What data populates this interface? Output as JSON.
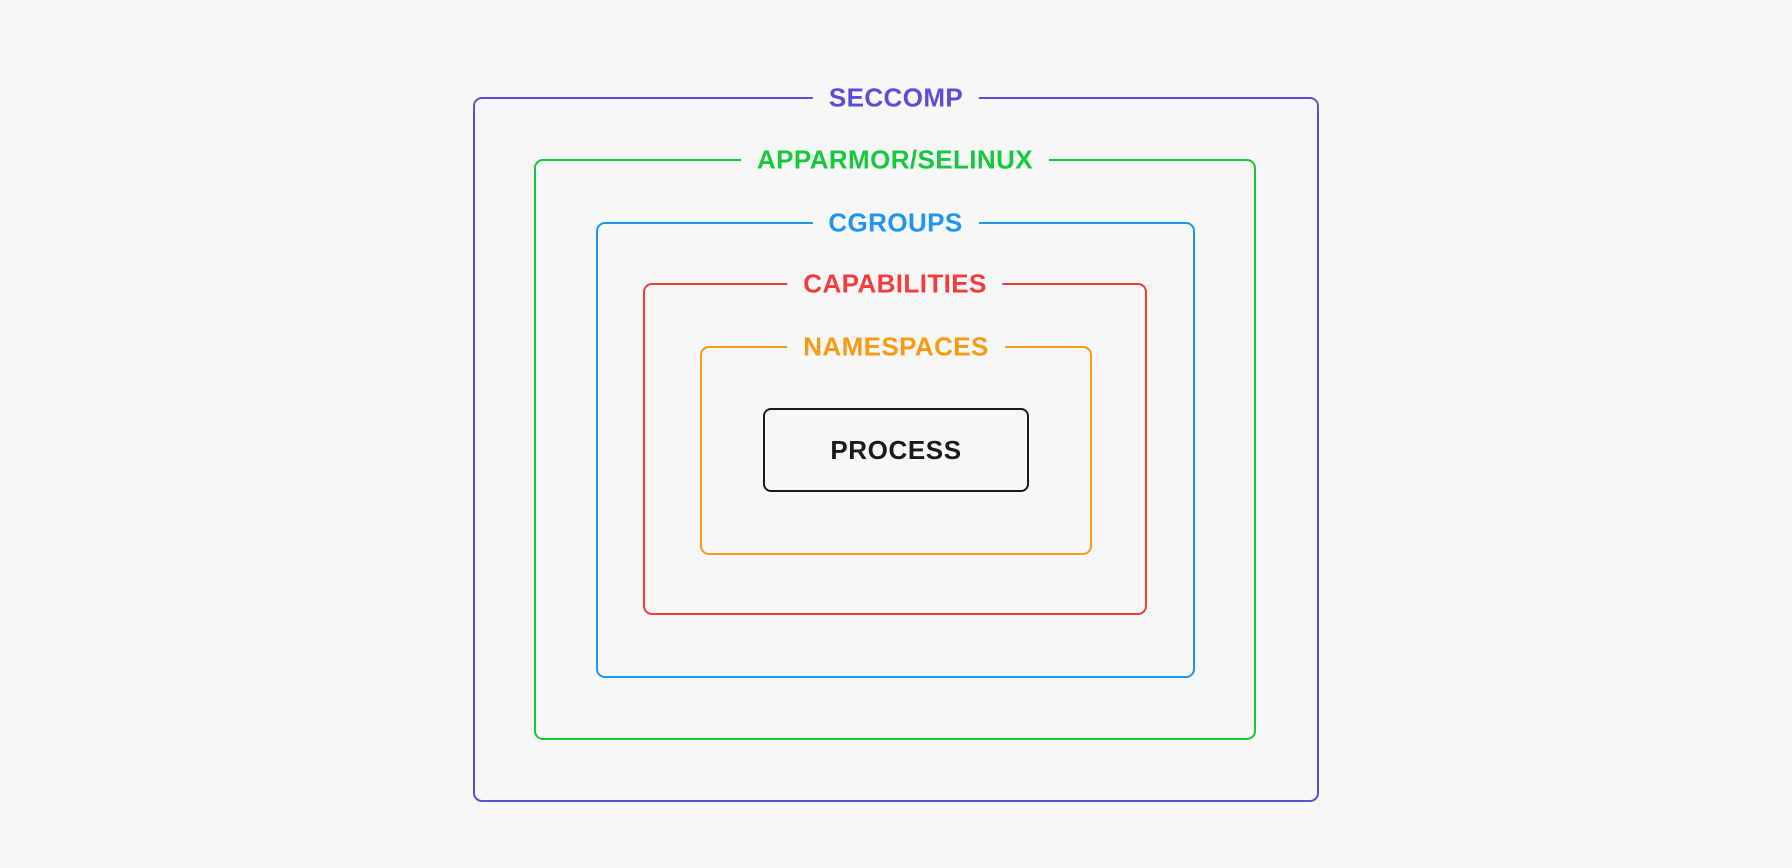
{
  "page": {
    "background_color": "#F7F7F8"
  },
  "diagram": {
    "description": "nested-container-security-layers",
    "layers": [
      {
        "id": "seccomp",
        "label": "SECCOMP",
        "color": "#5A4FD4"
      },
      {
        "id": "apparmor-selinux",
        "label": "APPARMOR/SELINUX",
        "color": "#16C83C"
      },
      {
        "id": "cgroups",
        "label": "CGROUPS",
        "color": "#1E96F0"
      },
      {
        "id": "capabilities",
        "label": "CAPABILITIES",
        "color": "#F43C3C"
      },
      {
        "id": "namespaces",
        "label": "NAMESPACES",
        "color": "#F89B12"
      }
    ],
    "process": {
      "label": "PROCESS",
      "color": "#1A1A1A"
    }
  }
}
